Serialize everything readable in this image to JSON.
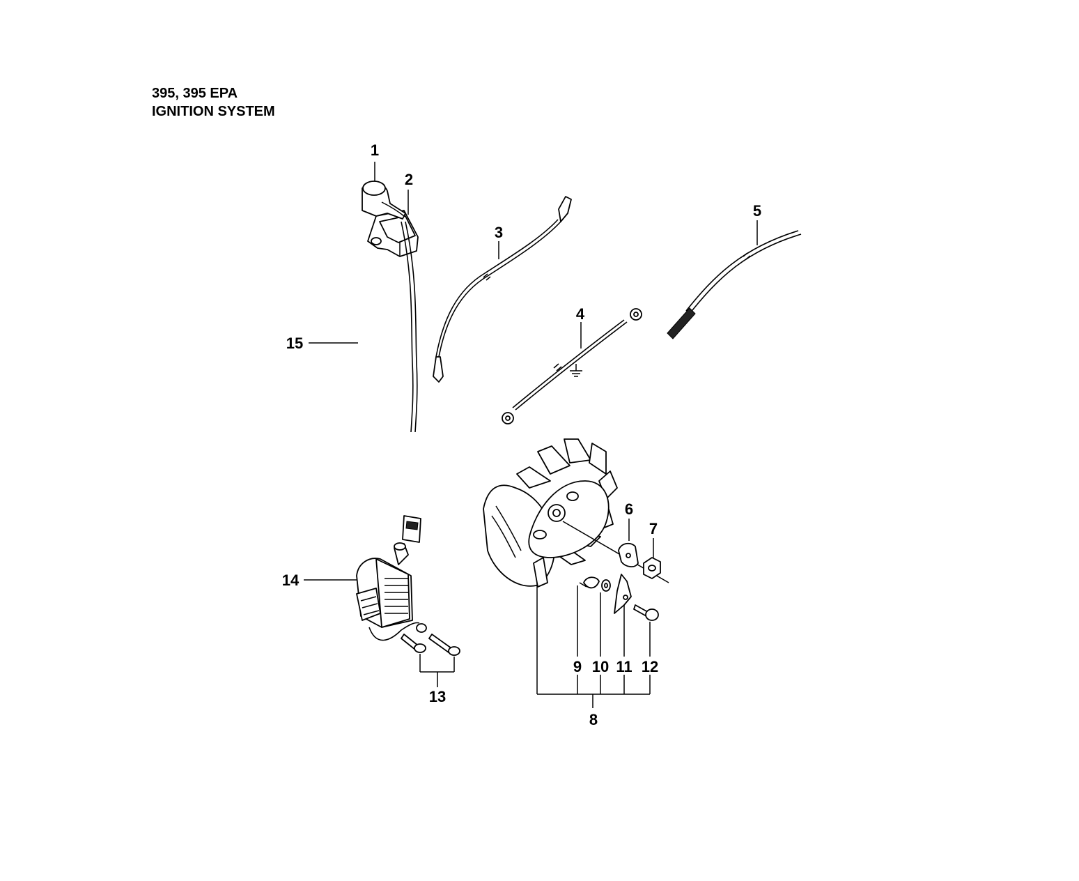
{
  "header": {
    "model": "395, 395 EPA",
    "section": "IGNITION SYSTEM"
  },
  "callouts": [
    {
      "id": "1",
      "text": "1"
    },
    {
      "id": "2",
      "text": "2"
    },
    {
      "id": "3",
      "text": "3"
    },
    {
      "id": "4",
      "text": "4"
    },
    {
      "id": "5",
      "text": "5"
    },
    {
      "id": "6",
      "text": "6"
    },
    {
      "id": "7",
      "text": "7"
    },
    {
      "id": "8",
      "text": "8"
    },
    {
      "id": "9",
      "text": "9"
    },
    {
      "id": "10",
      "text": "10"
    },
    {
      "id": "11",
      "text": "11"
    },
    {
      "id": "12",
      "text": "12"
    },
    {
      "id": "13",
      "text": "13"
    },
    {
      "id": "14",
      "text": "14"
    },
    {
      "id": "15",
      "text": "15"
    }
  ]
}
